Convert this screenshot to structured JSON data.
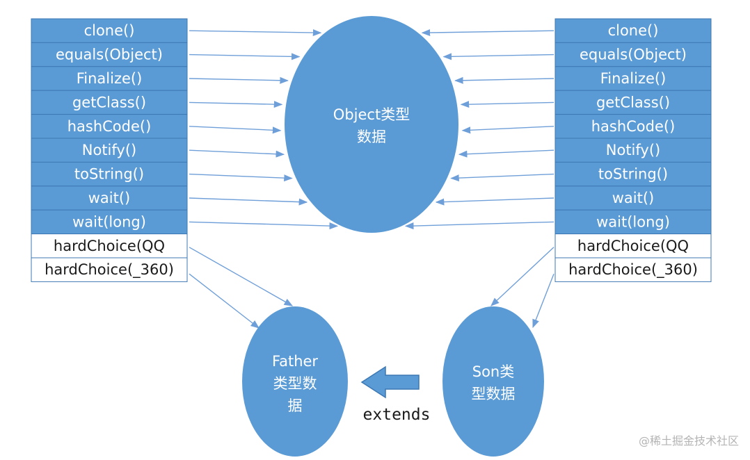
{
  "left_table": {
    "inherited_methods": [
      "clone()",
      "equals(Object)",
      "Finalize()",
      "getClass()",
      "hashCode()",
      "Notify()",
      "toString()",
      "wait()",
      "wait(long)"
    ],
    "own_methods": [
      "hardChoice(QQ",
      "hardChoice(_360)"
    ]
  },
  "right_table": {
    "inherited_methods": [
      "clone()",
      "equals(Object)",
      "Finalize()",
      "getClass()",
      "hashCode()",
      "Notify()",
      "toString()",
      "wait()",
      "wait(long)"
    ],
    "own_methods": [
      "hardChoice(QQ",
      "hardChoice(_360)"
    ]
  },
  "object_node": {
    "lines": [
      "Object类型",
      "数据"
    ]
  },
  "father_node": {
    "lines": [
      "Father",
      "类型数",
      "据"
    ]
  },
  "son_node": {
    "lines": [
      "Son类",
      "型数据"
    ]
  },
  "extends_label": "extends",
  "watermark": "@稀土掘金技术社区",
  "colors": {
    "blue_fill": "#5b9bd5",
    "blue_border": "#3c78b4",
    "white_row": "#ffffff",
    "arrow": "#6f9fd8",
    "watermark": "#b4b4b4"
  }
}
